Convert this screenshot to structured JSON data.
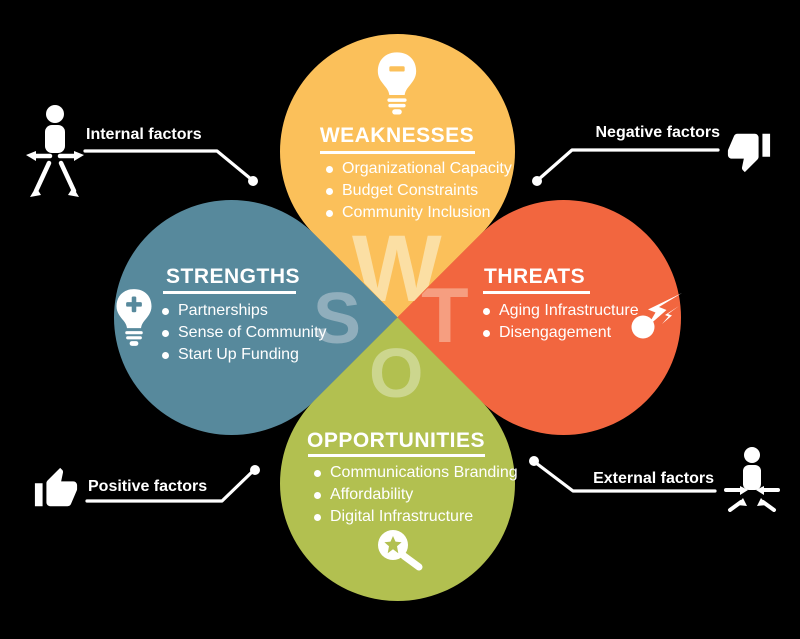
{
  "title": "SWOT analysis diagram",
  "background_color": "#000000",
  "text_color": "#FFFFFF",
  "petals": [
    {
      "key": "weaknesses",
      "title": "WEAKNESSES",
      "letter": "W",
      "color": "#FBC05A",
      "letter_color": "#FBDFA4",
      "icon": "lightbulb-minus-icon",
      "items": [
        "Organizational Capacity",
        "Budget Constraints",
        "Community Inclusion"
      ]
    },
    {
      "key": "strengths",
      "title": "STRENGTHS",
      "letter": "S",
      "color": "#57899C",
      "letter_color": "#90AEBC",
      "icon": "lightbulb-plus-icon",
      "items": [
        "Partnerships",
        "Sense of Community",
        "Start Up Funding"
      ]
    },
    {
      "key": "threats",
      "title": "THREATS",
      "letter": "T",
      "color": "#F2663F",
      "letter_color": "#F69E80",
      "icon": "lightning-bolt-icon",
      "items": [
        "Aging Infrastructure",
        "Disengagement"
      ]
    },
    {
      "key": "opportunities",
      "title": "OPPORTUNITIES",
      "letter": "O",
      "color": "#B2C050",
      "letter_color": "#CCD68E",
      "icon": "magnifier-star-icon",
      "items": [
        "Communications Branding",
        "Affordability",
        "Digital Infrastructure"
      ]
    }
  ],
  "annotations": [
    {
      "key": "internal",
      "label": "Internal factors",
      "icon": "person-arrows-out-icon",
      "position": "top-left"
    },
    {
      "key": "negative",
      "label": "Negative factors",
      "icon": "thumbs-down-icon",
      "position": "top-right"
    },
    {
      "key": "positive",
      "label": "Positive factors",
      "icon": "thumbs-up-icon",
      "position": "bottom-left"
    },
    {
      "key": "external",
      "label": "External factors",
      "icon": "person-arrows-in-icon",
      "position": "bottom-right"
    }
  ]
}
